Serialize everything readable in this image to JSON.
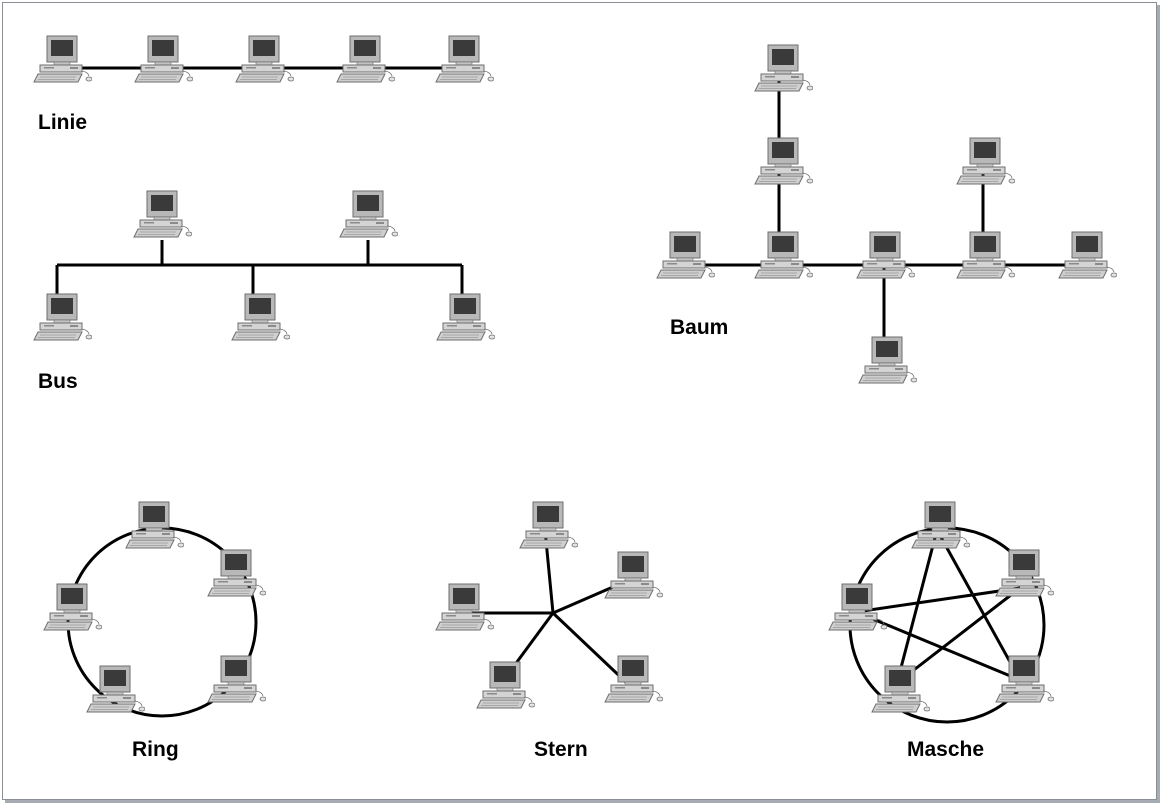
{
  "labels": {
    "linie": "Linie",
    "bus": "Bus",
    "baum": "Baum",
    "ring": "Ring",
    "stern": "Stern",
    "masche": "Masche"
  },
  "colors": {
    "line": "#000000",
    "monitor_frame": "#b8b8b8",
    "screen": "#3a3a3a",
    "case": "#d4d4d4",
    "keyboard": "#cfcfcf",
    "edge": "#6e6e6e"
  },
  "icons": {
    "node": "desktop-computer-icon"
  }
}
